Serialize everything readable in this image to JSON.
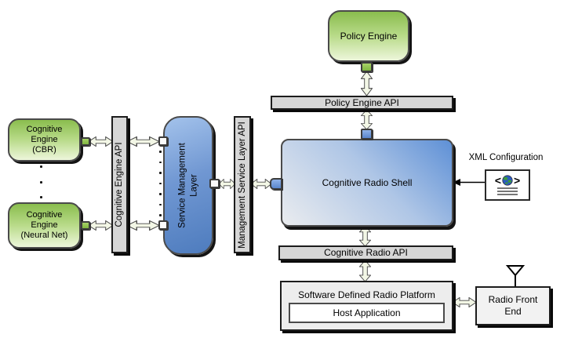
{
  "nodes": {
    "policy_engine": {
      "label": "Policy Engine"
    },
    "policy_engine_api": {
      "label": "Policy Engine API"
    },
    "cognitive_engine_cbr": {
      "label": "Cognitive\nEngine\n(CBR)"
    },
    "cognitive_engine_nn": {
      "label": "Cognitive\nEngine\n(Neural Net)"
    },
    "cognitive_engine_api": {
      "label": "Cognitive Engine API"
    },
    "service_management_layer": {
      "label": "Service Management\nLayer"
    },
    "management_service_layer_api": {
      "label": "Management Service Layer API"
    },
    "cognitive_radio_shell": {
      "label": "Cognitive Radio Shell"
    },
    "xml_configuration": {
      "label": "XML Configuration"
    },
    "cognitive_radio_api": {
      "label": "Cognitive Radio API"
    },
    "sdr_platform": {
      "label": "Software Defined Radio Platform"
    },
    "host_application": {
      "label": "Host Application"
    },
    "radio_front_end": {
      "label": "Radio Front\nEnd"
    },
    "xml_icon_open_bracket": "<",
    "xml_icon_close_bracket": ">"
  },
  "connections": [
    {
      "from": "Cognitive Engine (CBR)",
      "to": "Cognitive Engine API",
      "direction": "bidirectional"
    },
    {
      "from": "Cognitive Engine (Neural Net)",
      "to": "Cognitive Engine API",
      "direction": "bidirectional"
    },
    {
      "from": "Cognitive Engine API",
      "to": "Service Management Layer",
      "direction": "bidirectional"
    },
    {
      "from": "Service Management Layer",
      "to": "Management Service Layer API",
      "direction": "bidirectional"
    },
    {
      "from": "Management Service Layer API",
      "to": "Cognitive Radio Shell",
      "direction": "bidirectional"
    },
    {
      "from": "Policy Engine",
      "to": "Policy Engine API",
      "direction": "bidirectional"
    },
    {
      "from": "Policy Engine API",
      "to": "Cognitive Radio Shell",
      "direction": "bidirectional"
    },
    {
      "from": "XML Configuration",
      "to": "Cognitive Radio Shell",
      "direction": "unidirectional"
    },
    {
      "from": "Cognitive Radio Shell",
      "to": "Cognitive Radio API",
      "direction": "bidirectional"
    },
    {
      "from": "Cognitive Radio API",
      "to": "Software Defined Radio Platform",
      "direction": "bidirectional"
    },
    {
      "from": "Software Defined Radio Platform",
      "to": "Radio Front End",
      "direction": "bidirectional"
    }
  ],
  "icons": {
    "antenna": "antenna-icon",
    "xml_document_globe": "xml-document-globe-icon",
    "ellipsis_vertical": "vertical-ellipsis-dots"
  },
  "colors": {
    "green_box_top": "#8ABD4E",
    "green_box_bottom": "#EDF6DB",
    "blue_layer_light": "#A3C2EB",
    "blue_layer_dark": "#4E7CBE",
    "shell_light": "#EAECEF",
    "shell_blue": "#5E90D6",
    "api_bar_gray": "#D6D6D6",
    "platform_gray": "#EDEDED",
    "arrow_fill": "#F3F7E6",
    "border_dark": "#1c1c1c",
    "background": "#ffffff"
  }
}
